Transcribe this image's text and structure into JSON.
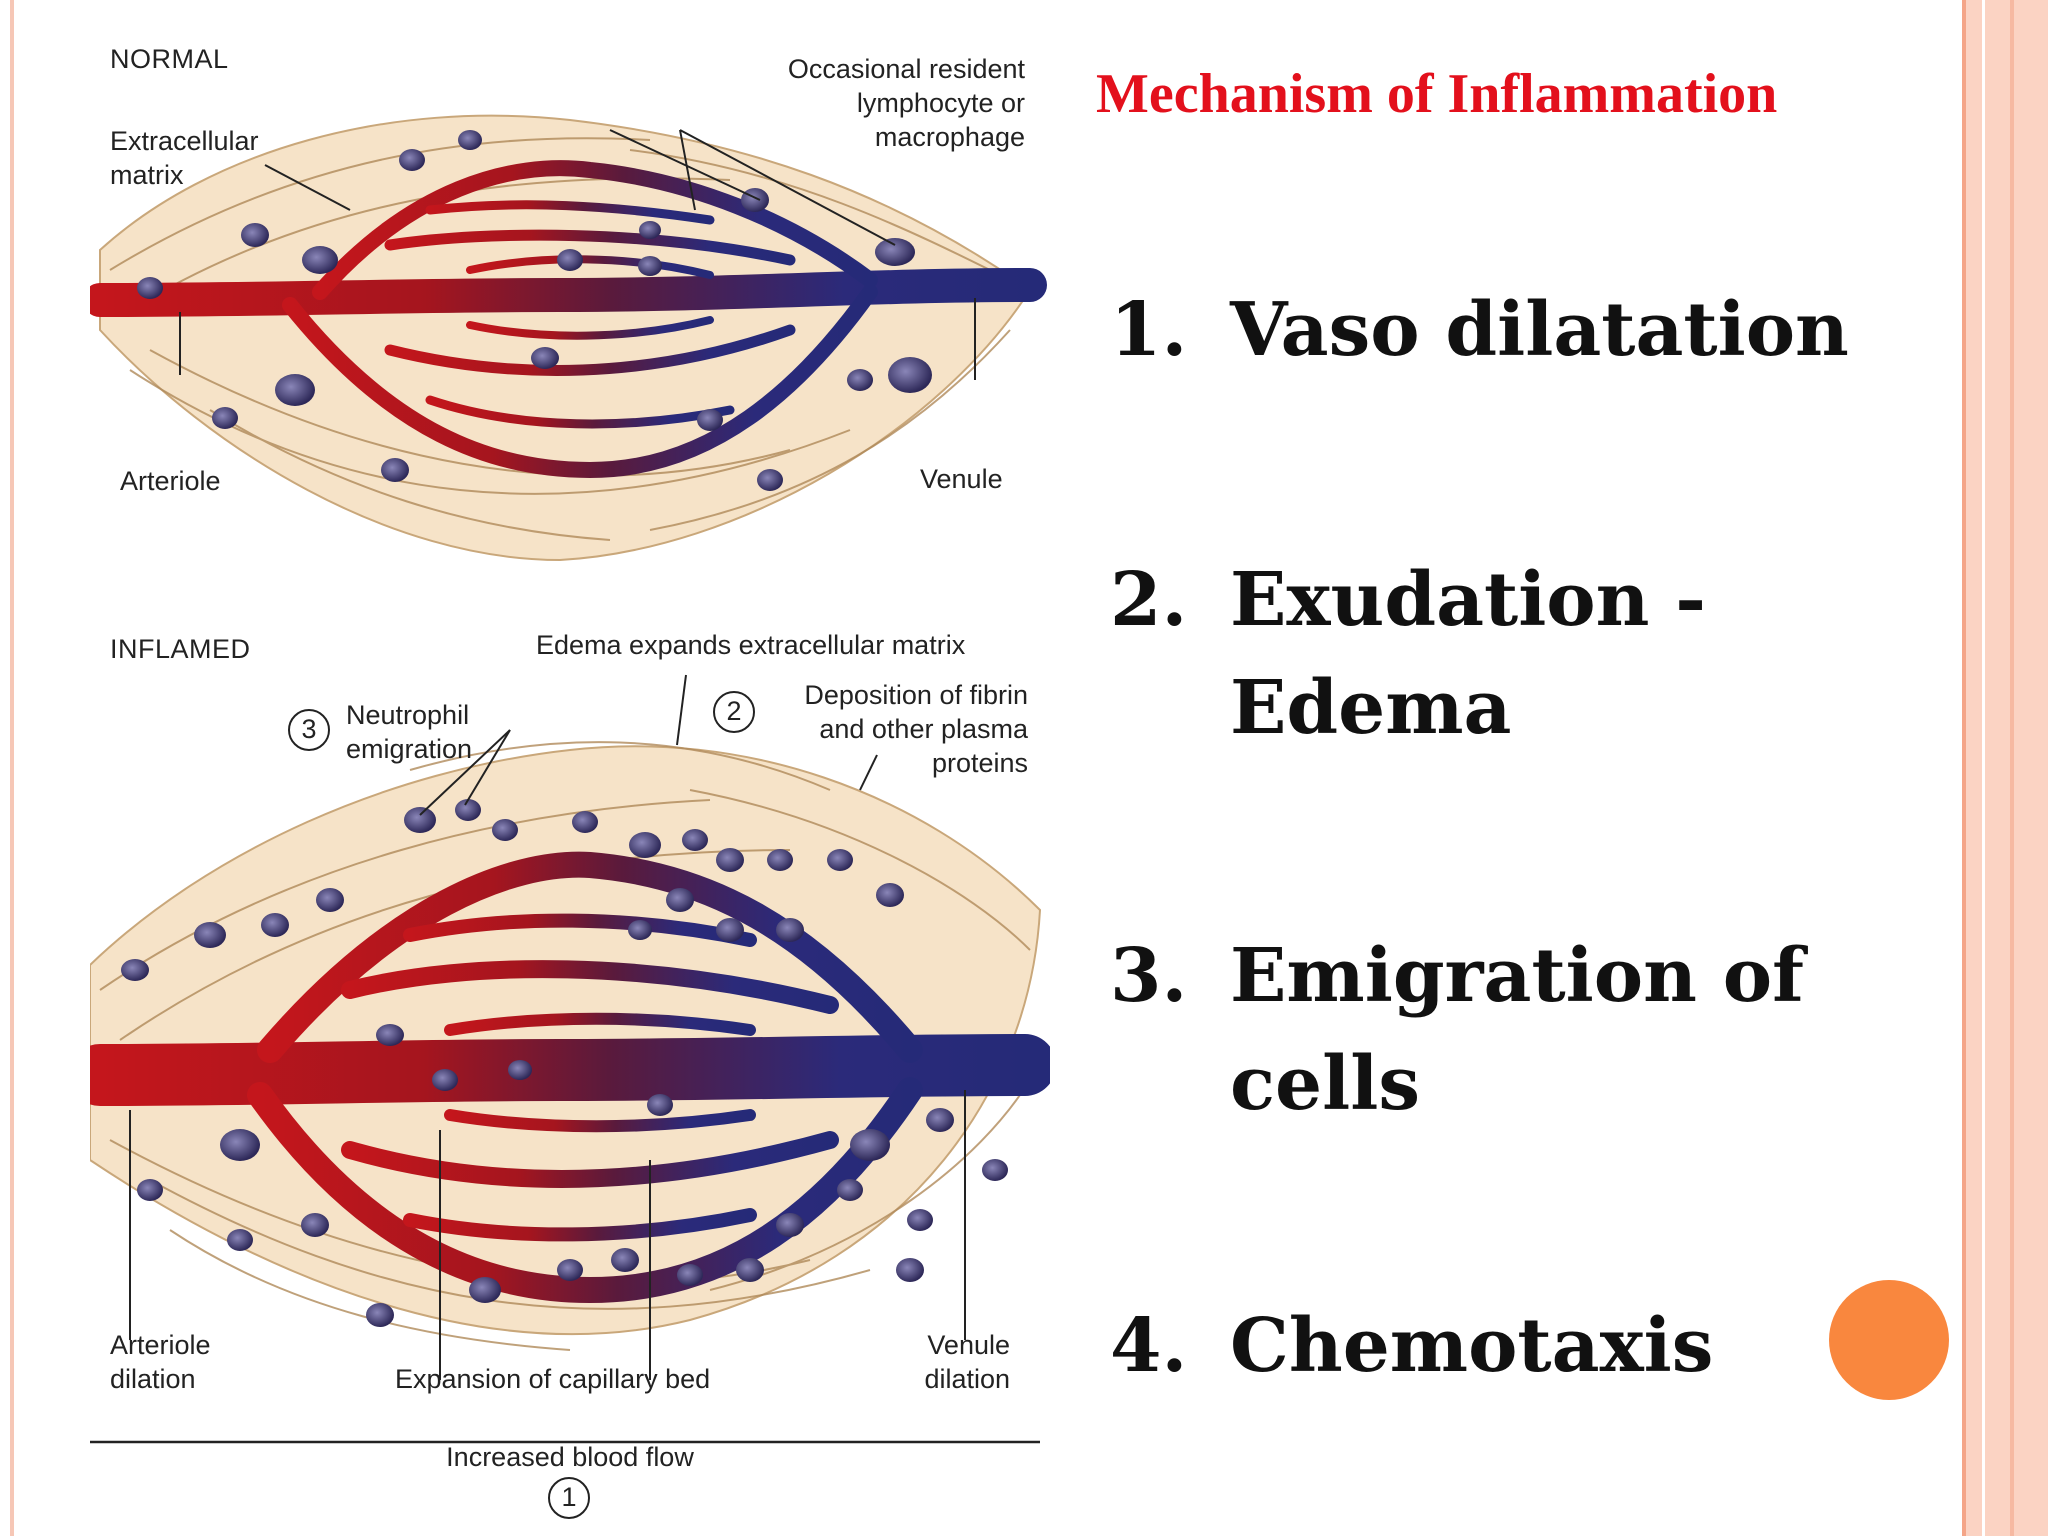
{
  "title": "Mechanism of Inflammation",
  "list": [
    {
      "num": "1.",
      "text": "Vaso dilatation"
    },
    {
      "num": "2.",
      "text": "Exudation -\nEdema"
    },
    {
      "num": "3.",
      "text": "Emigration of\ncells"
    },
    {
      "num": "4.",
      "text": "Chemotaxis"
    }
  ],
  "diagram": {
    "normal": {
      "heading": "NORMAL",
      "extracellular": "Extracellular\nmatrix",
      "resident": "Occasional resident\nlymphocyte or\nmacrophage",
      "arteriole": "Arteriole",
      "venule": "Venule"
    },
    "inflamed": {
      "heading": "INFLAMED",
      "edema": "Edema expands extracellular matrix",
      "neutrophil_num": "3",
      "neutrophil": "Neutrophil\nemigration",
      "deposition_num": "2",
      "deposition": "Deposition of fibrin\nand other plasma\nproteins",
      "arteriole_dilation": "Arteriole\ndilation",
      "capillary": "Expansion of capillary bed",
      "venule_dilation": "Venule\ndilation",
      "blood_flow": "Increased blood flow",
      "blood_flow_num": "1"
    }
  },
  "colors": {
    "title": "#e3101c",
    "accent_dot": "#f9873e",
    "frame": "#fbd3c3",
    "arteriole": "#c4161c",
    "venule": "#2b2a7a",
    "matrix": "#f6e3c8"
  }
}
